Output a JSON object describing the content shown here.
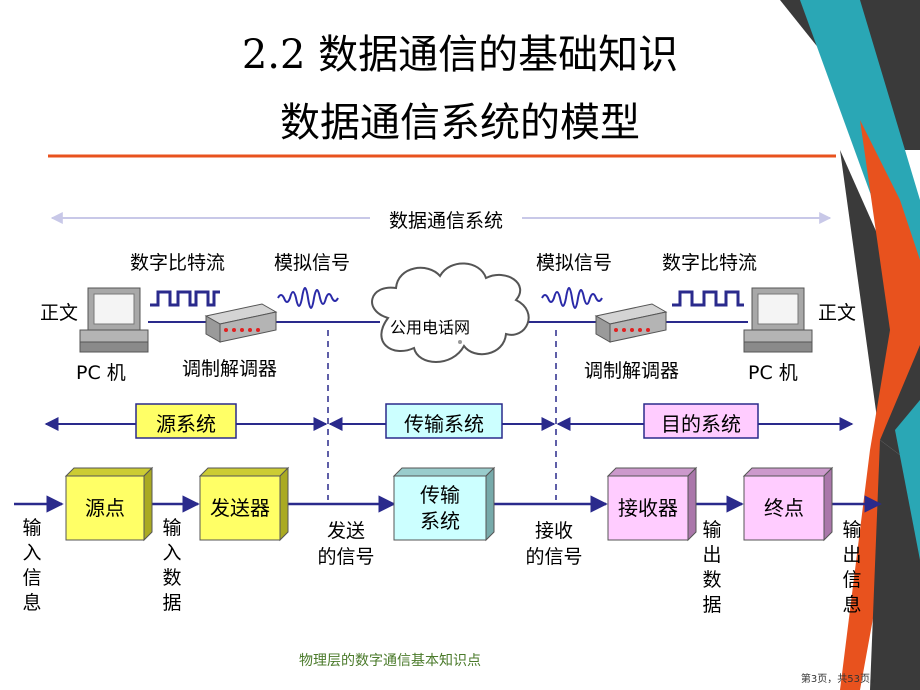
{
  "title": "2.2  数据通信的基础知识",
  "subtitle": "数据通信系统的模型",
  "system_label": "数据通信系统",
  "top": {
    "left_bitstream": "数字比特流",
    "left_analog": "模拟信号",
    "right_analog": "模拟信号",
    "right_bitstream": "数字比特流",
    "left_text": "正文",
    "right_text": "正文",
    "left_pc": "PC 机",
    "right_pc": "PC 机",
    "left_modem": "调制解调器",
    "right_modem": "调制解调器",
    "network": "公用电话网"
  },
  "sections": {
    "source": "源系统",
    "transmission": "传输系统",
    "destination": "目的系统"
  },
  "blocks": {
    "source_point": "源点",
    "transmitter": "发送器",
    "trans_system_line1": "传输",
    "trans_system_line2": "系统",
    "receiver": "接收器",
    "terminal": "终点"
  },
  "bottom": {
    "input_info": "输入信息",
    "input_data": "输入数据",
    "sent_signal_line1": "发送",
    "sent_signal_line2": "的信号",
    "recv_signal_line1": "接收",
    "recv_signal_line2": "的信号",
    "output_data": "输出数据",
    "output_info": "输出信息"
  },
  "footer": "物理层的数字通信基本知识点",
  "page_number": "第3页，共53页。",
  "colors": {
    "accent_orange": "#e8521e",
    "accent_teal": "#2aa7b5",
    "accent_gray": "#3a3a3a",
    "arrow_blue": "#2a2a8c",
    "yellow_box": "#ffff66",
    "cyan_box": "#ccffff",
    "pink_box": "#ffccff"
  }
}
